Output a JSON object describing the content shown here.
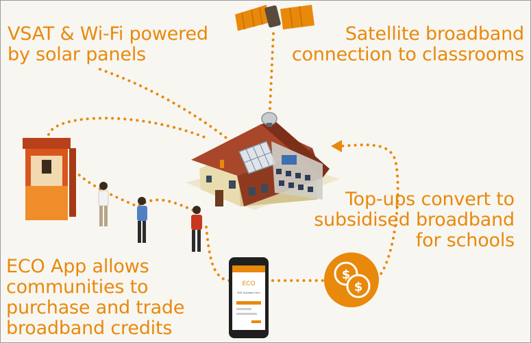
{
  "labels": {
    "solar": [
      "VSAT & Wi-Fi powered",
      "by solar panels"
    ],
    "satellite": [
      "Satellite broadband",
      "connection to classrooms"
    ],
    "topups": [
      "Top-ups convert to",
      "subsidised broadband",
      "for schools"
    ],
    "eco_app": [
      "ECO App allows",
      "communities to",
      "purchase and trade",
      "broadband credits"
    ]
  },
  "phone": {
    "logo": "ECO",
    "status": "WiFi Available Here"
  },
  "colors": {
    "accent": "#e8890c",
    "roof": "#a8472a",
    "wall": "#e9dcae",
    "kiosk": "#d9561d"
  }
}
